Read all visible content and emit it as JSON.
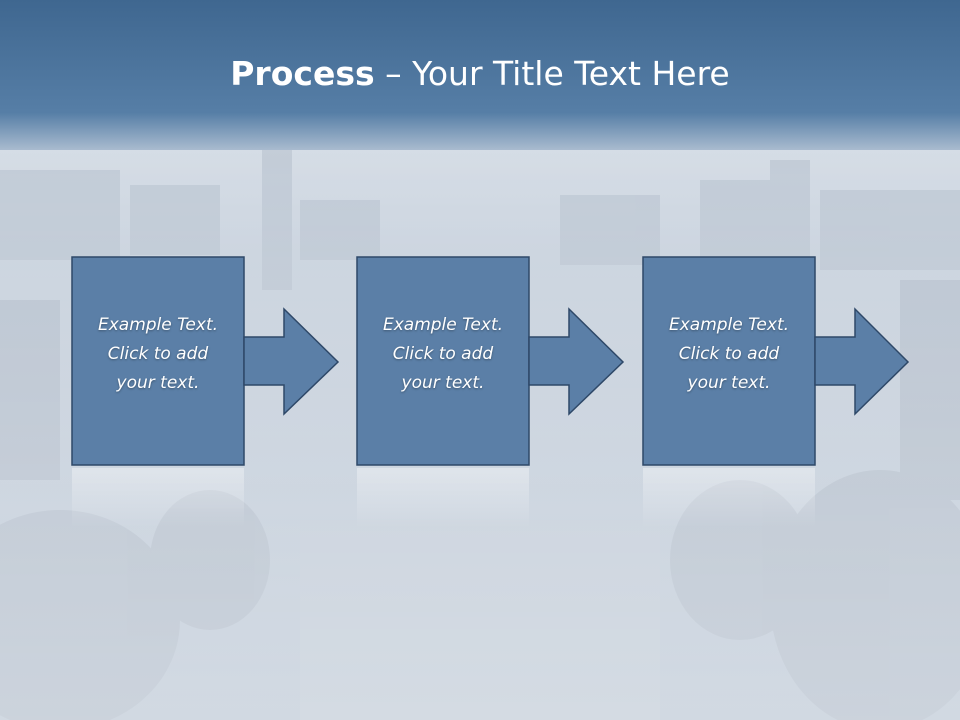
{
  "slide": {
    "title_bold": "Process",
    "title_rest": " – Your Title Text Here",
    "steps": [
      {
        "line1": "Example Text.",
        "line2": "Click  to add",
        "line3": "your text."
      },
      {
        "line1": "Example Text.",
        "line2": "Click  to add",
        "line3": "your text."
      },
      {
        "line1": "Example Text.",
        "line2": "Click  to add",
        "line3": "your text."
      }
    ]
  },
  "colors": {
    "header": "#4a6f98",
    "box_fill": "#5b7fa7",
    "box_border": "#2e4868",
    "background": "#c9d3df"
  }
}
